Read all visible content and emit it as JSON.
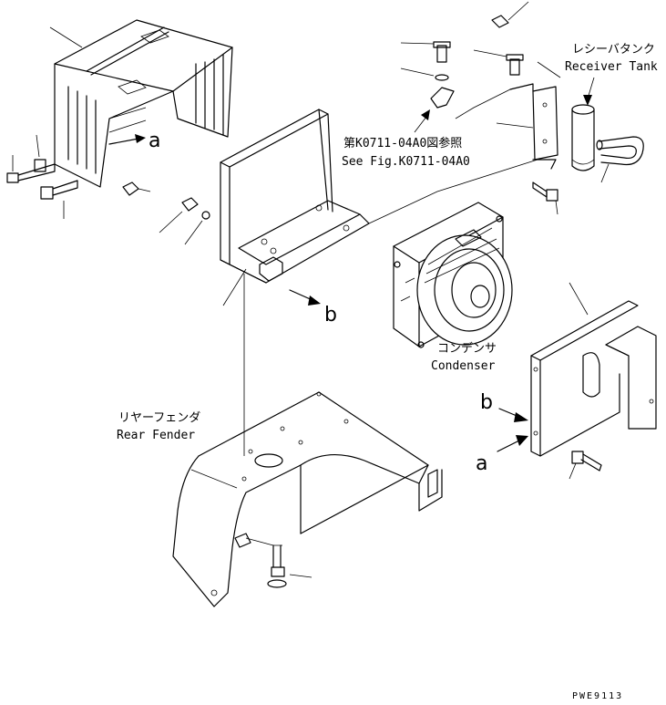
{
  "labels": {
    "receiver_tank_jp": "レシーバタンク",
    "receiver_tank_en": "Receiver Tank",
    "see_fig_jp": "第K0711-04A0図参照",
    "see_fig_en": "See Fig.K0711-04A0",
    "condenser_jp": "コンデンサ",
    "condenser_en": "Condenser",
    "rear_fender_jp": "リヤーフェンダ",
    "rear_fender_en": "Rear Fender",
    "view_a_top": "a",
    "view_b_top": "b",
    "view_b_right": "b",
    "view_a_right": "a",
    "drawing_code": "PWE9113"
  }
}
